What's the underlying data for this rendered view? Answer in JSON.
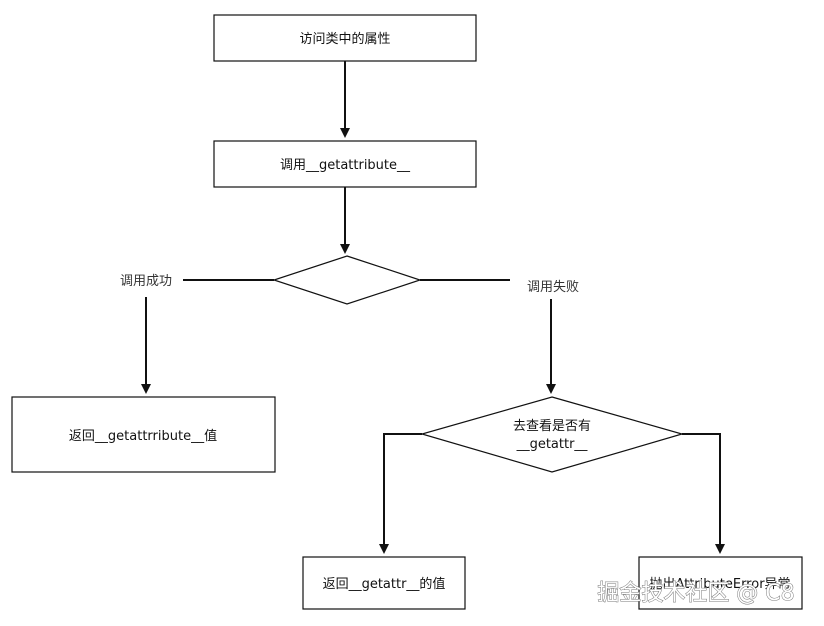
{
  "nodes": {
    "access": "访问类中的属性",
    "call_getattribute": "调用__getattribute__",
    "return_getattribute": "返回__getattrribute__值",
    "check_getattr_line1": "去查看是否有",
    "check_getattr_line2": "__getattr__",
    "return_getattr": "返回__getattr__的值",
    "raise_error": "抛出AttributeError异常"
  },
  "edges": {
    "success": "调用成功",
    "failure": "调用失败"
  },
  "watermark": "掘金技术社区 @ C8",
  "colors": {
    "stroke": "#111111",
    "background": "#ffffff"
  }
}
